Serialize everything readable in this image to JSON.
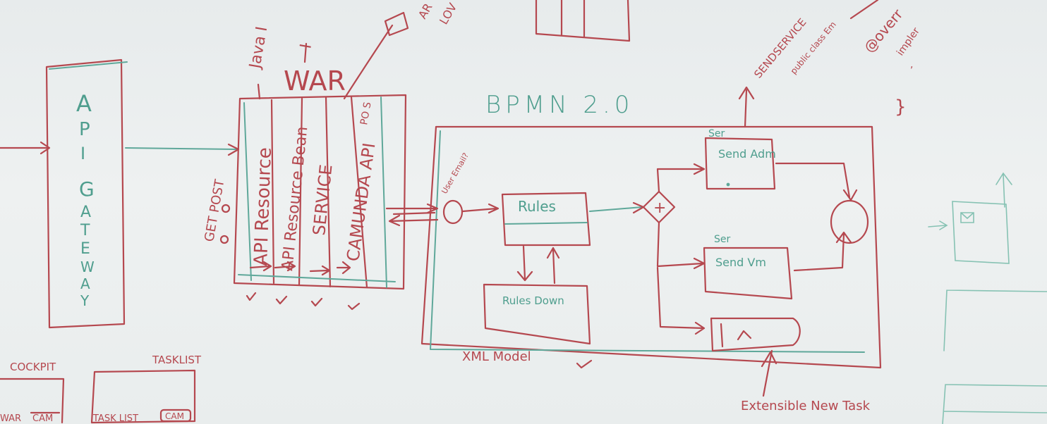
{
  "api_gateway": {
    "label": "API GATEWAY",
    "letters": [
      "A",
      "P",
      "I",
      "G",
      "A",
      "T",
      "E",
      "W",
      "A",
      "Y"
    ]
  },
  "war": {
    "title": "WAR",
    "columns": [
      "API Resource",
      "API Resource Bean",
      "SERVICE",
      "CAMUNDA API"
    ],
    "side_label": "GET POST",
    "top_notes": [
      "Java I",
      "I"
    ],
    "corner_note": "PO S"
  },
  "bpmn": {
    "title": "BPMN 2.0",
    "caption": "XML Model",
    "start_note": "User Email?",
    "nodes": {
      "rules": "Rules",
      "rules_down": "Rules Down",
      "send_adm": "Send Adm",
      "send_vm": "Send Vm",
      "ser1": "Ser",
      "ser2": "Ser"
    },
    "gateway_symbol": "+"
  },
  "annotations": {
    "send_service": "SENDSERVICE",
    "public_class": "public class Em",
    "override": "@overr",
    "impl": "impler",
    "brace": "}",
    "extensible": "Extensible New Task",
    "top_small": "LOV",
    "top_small2": "AR"
  },
  "bottom": {
    "cockpit": "COCKPIT",
    "tasklist": "TASKLIST",
    "war": "WAR",
    "cam1": "CAM",
    "tasklist2": "TASK LIST",
    "cam2": "CAM"
  },
  "colors": {
    "red_marker": "#b5484f",
    "teal_marker": "#5fa89a",
    "board": "#eceff0"
  }
}
